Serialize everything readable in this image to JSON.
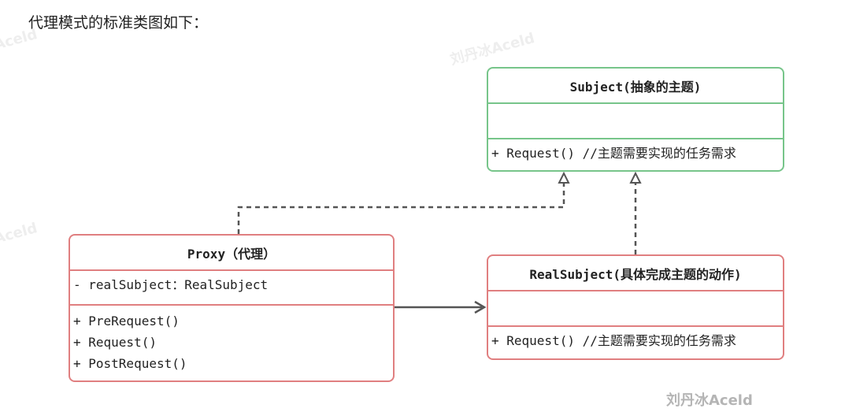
{
  "heading": "代理模式的标准类图如下：",
  "diagram": {
    "subject": {
      "title": "Subject(抽象的主题)",
      "operations": [
        "+ Request() //主题需要实现的任务需求"
      ],
      "border_color": "#77c58a"
    },
    "proxy": {
      "title": "Proxy（代理）",
      "attributes": [
        "- realSubject：RealSubject"
      ],
      "operations": [
        "+ PreRequest()",
        "+ Request()",
        "+ PostRequest()"
      ],
      "border_color": "#e07f80"
    },
    "real_subject": {
      "title": "RealSubject(具体完成主题的动作)",
      "operations": [
        "+ Request() //主题需要实现的任务需求"
      ],
      "border_color": "#e07f80"
    },
    "relations": [
      {
        "from": "proxy",
        "to": "subject",
        "kind": "realization"
      },
      {
        "from": "real_subject",
        "to": "subject",
        "kind": "realization"
      },
      {
        "from": "proxy",
        "to": "real_subject",
        "kind": "association"
      }
    ]
  },
  "watermarks": {
    "faint": [
      "Aceld",
      "刘丹冰Aceld",
      "Aceld"
    ],
    "footer": "刘丹冰Aceld"
  }
}
